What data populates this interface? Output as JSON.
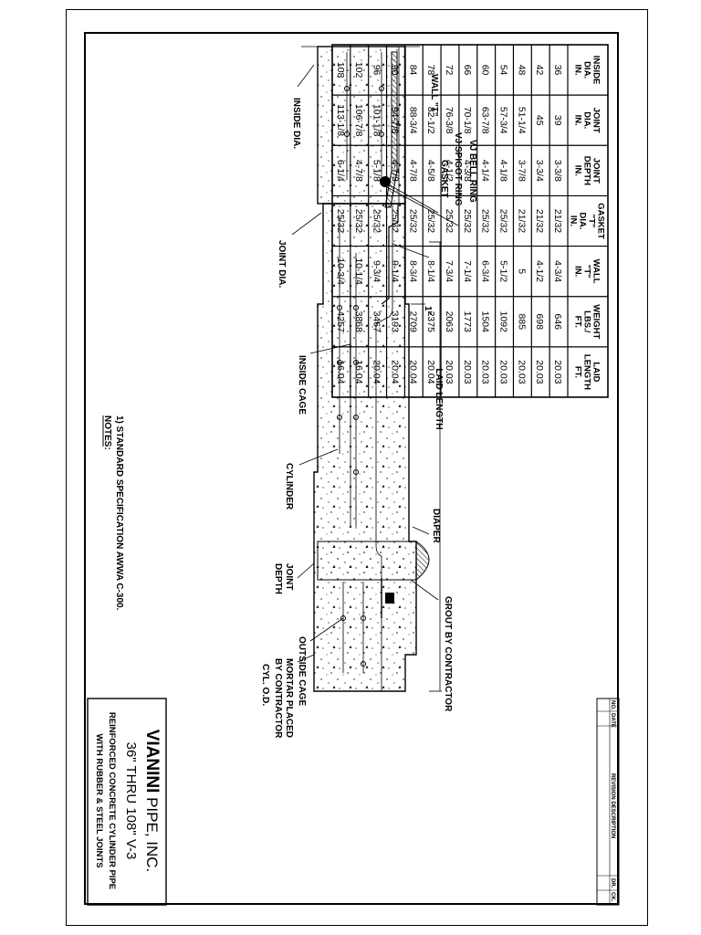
{
  "table": {
    "headers": [
      [
        "INSIDE",
        "DIA.",
        "IN."
      ],
      [
        "JOINT",
        "DIA.",
        "IN."
      ],
      [
        "JOINT",
        "DEPTH",
        "IN."
      ],
      [
        "GASKET",
        "\"T\"",
        "DIA.",
        "IN."
      ],
      [
        "WALL",
        "\"T\"",
        "IN."
      ],
      [
        "WEIGHT",
        "LBS./",
        "FT."
      ],
      [
        "LAID",
        "LENGTH",
        "FT."
      ]
    ],
    "rows": [
      [
        "36",
        "39",
        "3-3/8",
        "21/32",
        "4-3/4",
        "646",
        "20.03"
      ],
      [
        "42",
        "45",
        "3-3/4",
        "21/32",
        "4-1/2",
        "698",
        "20.03"
      ],
      [
        "48",
        "51-1/4",
        "3-7/8",
        "21/32",
        "5",
        "885",
        "20.03"
      ],
      [
        "54",
        "57-3/4",
        "4-1/8",
        "25/32",
        "5-1/2",
        "1092",
        "20.03"
      ],
      [
        "60",
        "63-7/8",
        "4-1/4",
        "25/32",
        "6-3/4",
        "1504",
        "20.03"
      ],
      [
        "66",
        "70-1/8",
        "4-3/8",
        "25/32",
        "7-1/4",
        "1773",
        "20.03"
      ],
      [
        "72",
        "76-3/8",
        "4-1/2",
        "25/32",
        "7-3/4",
        "2063",
        "20.03"
      ],
      [
        "78",
        "82-1/2",
        "4-5/8",
        "25/32",
        "8-1/4",
        "2375",
        "20.04"
      ],
      [
        "84",
        "88-3/4",
        "4-7/8",
        "25/32",
        "8-3/4",
        "2709",
        "20.04"
      ],
      [
        "90",
        "94-7/8",
        "4-7/8",
        "25/32",
        "9-1/4",
        "3193",
        "20.04"
      ],
      [
        "96",
        "101-1/8",
        "5-1/8",
        "25/32",
        "9-3/4",
        "3467",
        "20.04"
      ],
      [
        "102",
        "106-7/8",
        "4-7/8",
        "25/32",
        "10-1/4",
        "3868",
        "16.04"
      ],
      [
        "108",
        "113-1/8",
        "6-1/4",
        "25/32",
        "10-3/4",
        "4257",
        "16.04"
      ]
    ]
  },
  "notes": {
    "heading": "NOTES:",
    "items": [
      "1) STANDARD SPECIFICATION AWWA C-300."
    ]
  },
  "labels": {
    "wall_t": "WALL \"T\"",
    "vj_bell_ring": "VJ BELL RING",
    "vj_spigot_ring": "VJ SPIGOT RING",
    "gasket": "GASKET",
    "inside_dia": "INSIDE DIA.",
    "joint_dia": "JOINT DIA.",
    "one_inch": "1\"",
    "laid_length": "LAID LENGTH",
    "inside_cage": "INSIDE CAGE",
    "diaper": "DIAPER",
    "cylinder": "CYLINDER",
    "grout_by_contractor": "GROUT BY CONTRACTOR",
    "joint_depth_1": "JOINT",
    "joint_depth_2": "DEPTH",
    "outside_cage": "OUTSIDE CAGE",
    "mortar_1": "MORTAR PLACED",
    "mortar_2": "BY CONTRACTOR",
    "cyl_od": "CYL. O.D."
  },
  "revision_block": {
    "no": "NO.",
    "date": "DATE",
    "description": "REVISION DESCRIPTION",
    "dr": "DR.",
    "ck": "CK."
  },
  "title_block": {
    "company_bold": "VIANINI",
    "company_rest": " PIPE, INC.",
    "size_range": "36\" THRU 108\" V-3",
    "desc_1": "REINFORCED CONCRETE CYLINDER PIPE",
    "desc_2": "WITH RUBBER & STEEL JOINTS"
  }
}
